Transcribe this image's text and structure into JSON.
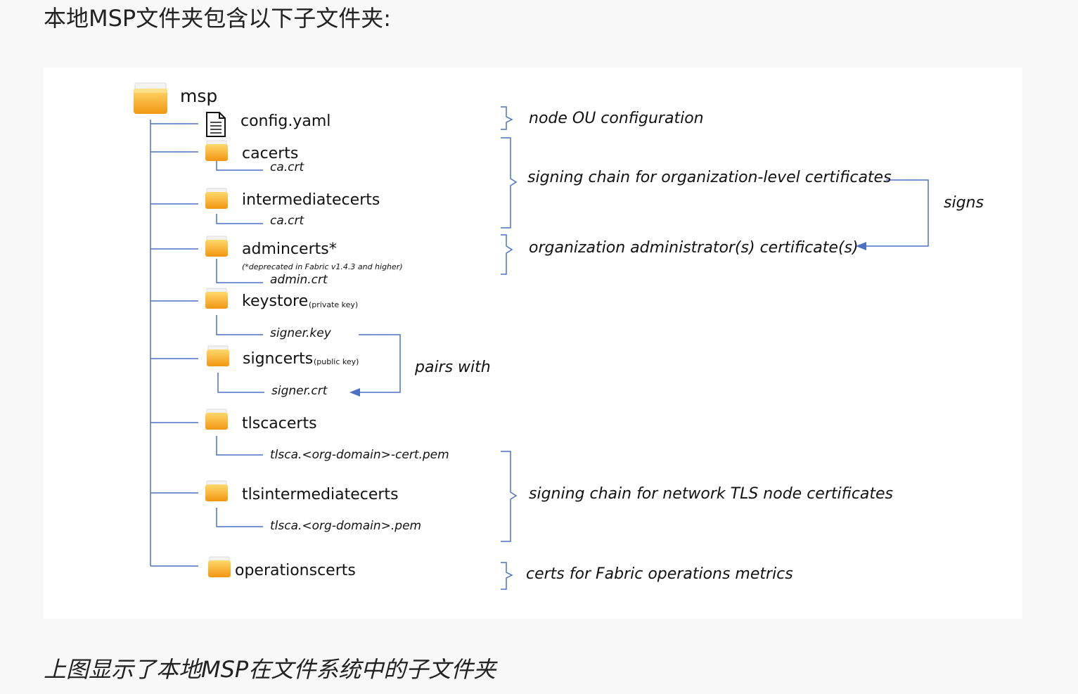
{
  "heading": "本地MSP文件夹包含以下子文件夹:",
  "caption": "上图显示了本地MSP在文件系统中的子文件夹",
  "diagram": {
    "root": {
      "label": "msp",
      "icon": "folder-icon"
    },
    "items": [
      {
        "name": "config.yaml",
        "icon": "document-icon"
      },
      {
        "name": "cacerts",
        "icon": "folder-icon",
        "file": "ca.crt"
      },
      {
        "name": "intermediatecerts",
        "icon": "folder-icon",
        "file": "ca.crt"
      },
      {
        "name": "admincerts*",
        "icon": "folder-icon",
        "note": "(*deprecated in Fabric v1.4.3 and higher)",
        "file": "admin.crt"
      },
      {
        "name": "keystore",
        "icon": "folder-icon",
        "note": "(private key)",
        "file": "signer.key"
      },
      {
        "name": "signcerts",
        "icon": "folder-icon",
        "note": "(public key)",
        "file": "signer.crt"
      },
      {
        "name": "tlscacerts",
        "icon": "folder-icon",
        "file": "tlsca.<org-domain>-cert.pem"
      },
      {
        "name": "tlsintermediatecerts",
        "icon": "folder-icon",
        "file": "tlsca.<org-domain>.pem"
      },
      {
        "name": "operationscerts",
        "icon": "folder-icon"
      }
    ],
    "annotations": {
      "node_ou": "node OU configuration",
      "signing_chain_org": "signing chain for organization-level certificates",
      "org_admin": "organization administrator(s) certificate(s)",
      "signs": "signs",
      "pairs_with": "pairs with",
      "signing_chain_tls": "signing chain for network TLS node certificates",
      "operations": "certs for Fabric operations metrics"
    },
    "colors": {
      "line": "#4a72c4",
      "folder_top": "#ffcf5a",
      "folder_bottom": "#f39a12",
      "background": "#ffffff"
    }
  }
}
